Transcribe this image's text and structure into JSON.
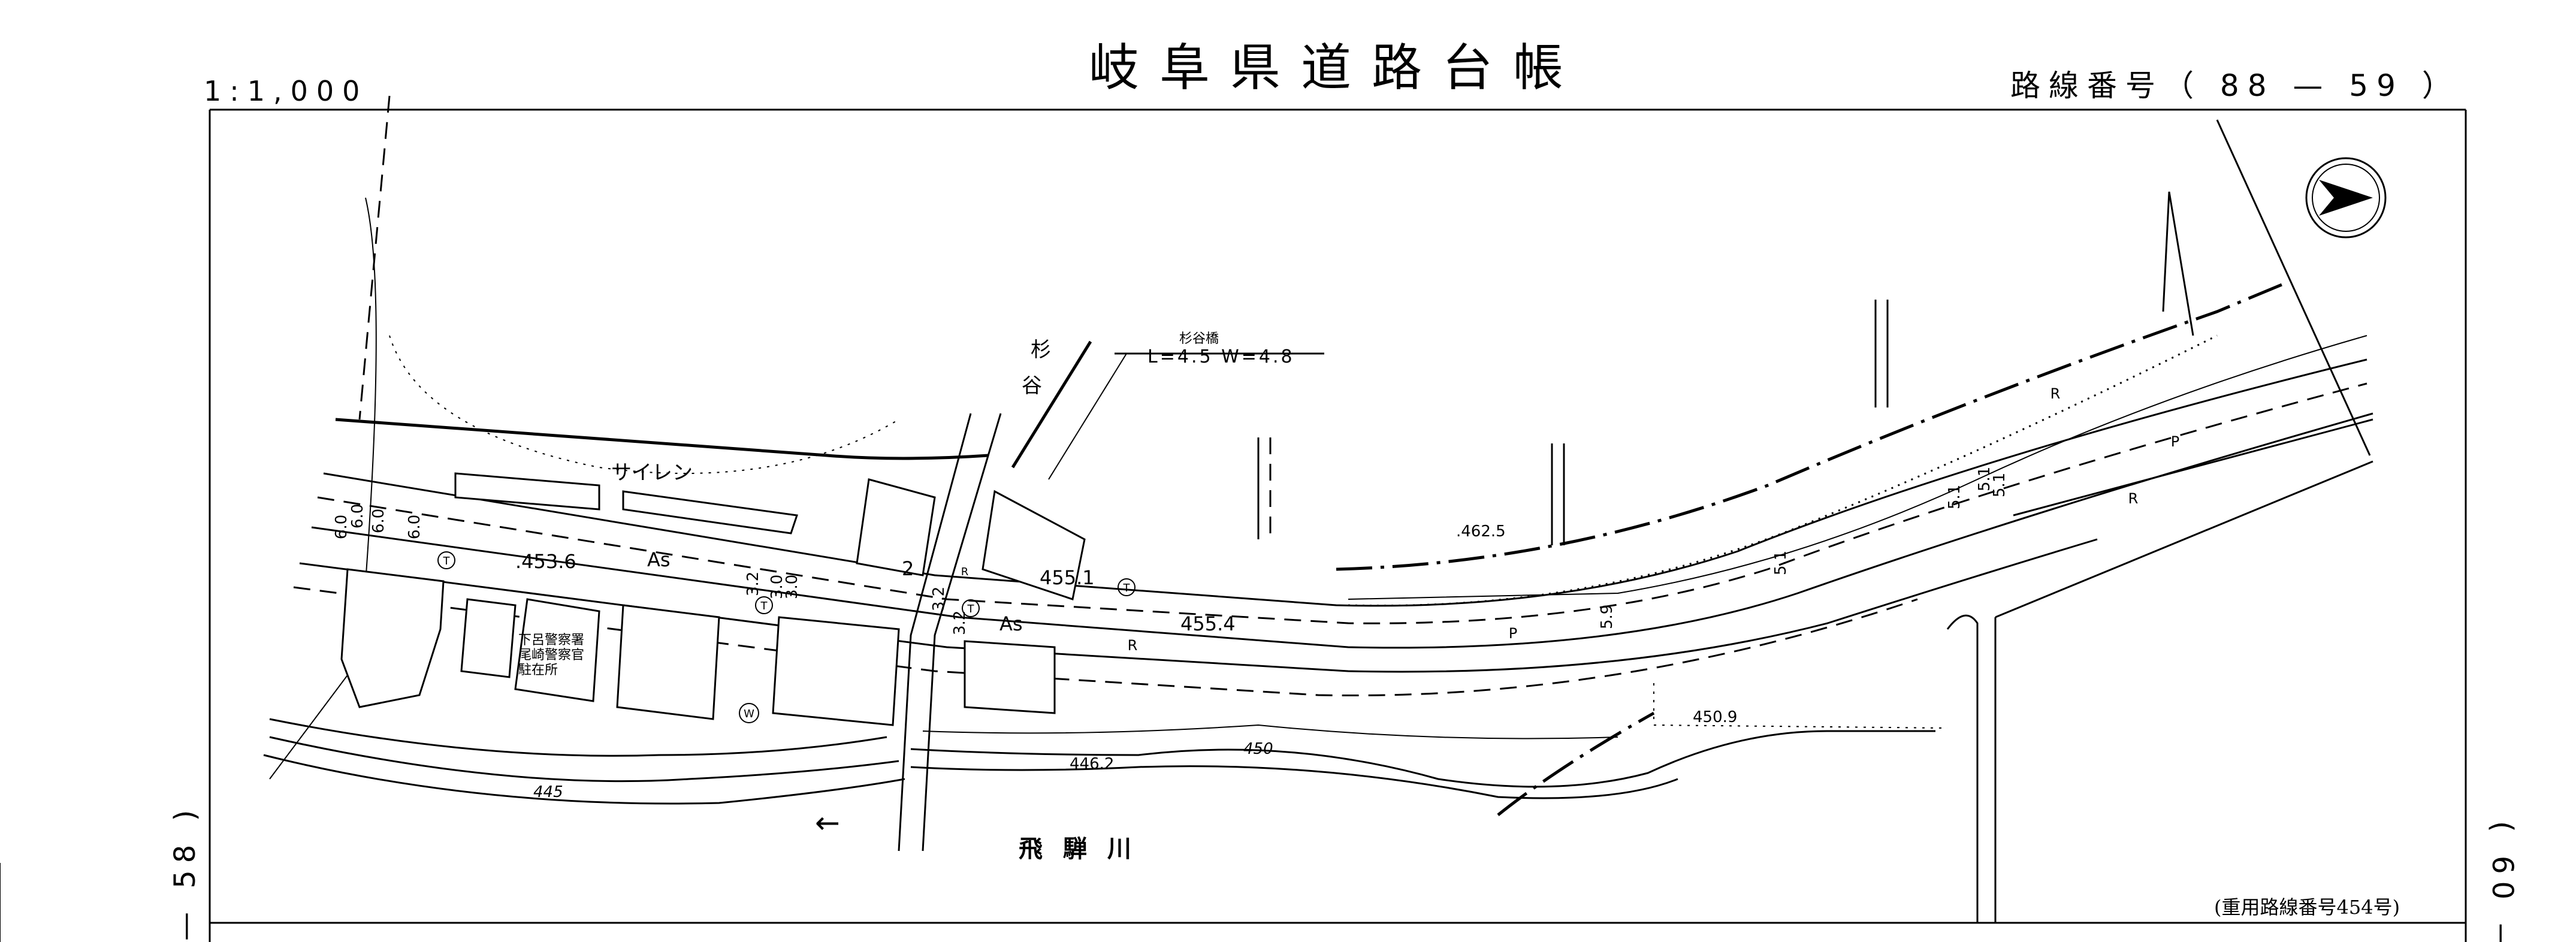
{
  "header": {
    "scale": "1:1,000",
    "title": "岐阜県道路台帳",
    "route_number_label": "路線番号（ 88 — 59 ）"
  },
  "sheet_refs": {
    "left": "— 58 )",
    "right": "( 60 —"
  },
  "footer": {
    "overlap_route": "(重用路線番号454号)"
  },
  "map": {
    "labels": {
      "river_sugi": "杉",
      "river_tani": "谷",
      "bridge_name": "杉谷橋",
      "bridge_dims": "L=4.5  W=4.8",
      "siren": "サイレン",
      "police_line1": "下呂警察署",
      "police_line2": "尾崎警察官",
      "police_line3": "駐在所",
      "river_main": "飛 騨 川",
      "surface_as_1": "As",
      "surface_as_2": "As",
      "marker_2": "2",
      "flow_arrow": "←"
    },
    "elevations": [
      ".453.6",
      "455.1",
      "455.4",
      ".462.5",
      "450.9",
      "446.2",
      "450",
      "445"
    ],
    "widths": [
      "6.0",
      "6.0",
      "6.0",
      "6.0",
      "3.2",
      "3.0",
      "3.0",
      "3.2",
      "3.2",
      "5.9",
      "5.1",
      "5.1",
      "5.1",
      "5.1"
    ],
    "symbols": [
      "T",
      "T",
      "T",
      "T",
      "W",
      "R",
      "R",
      "P",
      "P",
      "R",
      "R"
    ]
  }
}
